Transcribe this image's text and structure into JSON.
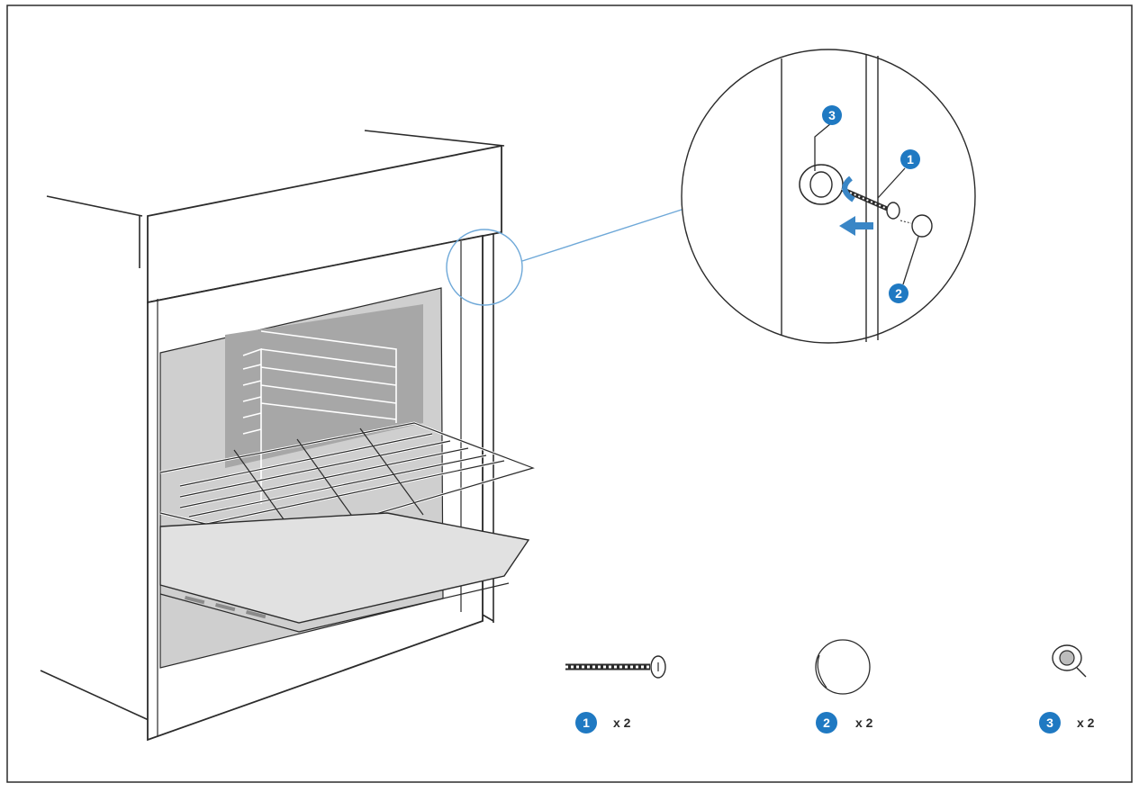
{
  "colors": {
    "background": "#ffffff",
    "line": "#2b2b2b",
    "callout_fill": "#1f79c2",
    "arrow": "#3a86c6",
    "leader": "#6ea8d8",
    "cavity": "#cfcfcf",
    "cavity_back": "#a7a7a7",
    "tray": "#e1e1e1"
  },
  "callouts": [
    {
      "number": "1",
      "name": "screw"
    },
    {
      "number": "2",
      "name": "cover cap"
    },
    {
      "number": "3",
      "name": "wall plug"
    }
  ],
  "parts_list": [
    {
      "number": "1",
      "quantity": "x 2",
      "part_icon": "screw-icon"
    },
    {
      "number": "2",
      "quantity": "x 2",
      "part_icon": "cap-icon"
    },
    {
      "number": "3",
      "quantity": "x 2",
      "part_icon": "plug-icon"
    }
  ]
}
